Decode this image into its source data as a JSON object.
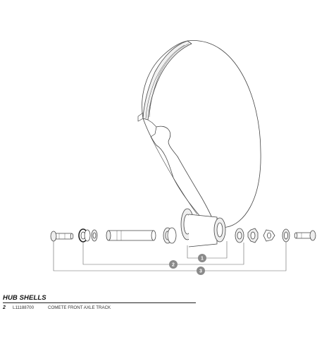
{
  "diagram": {
    "callouts": [
      "1",
      "2",
      "3"
    ]
  },
  "parts_table": {
    "title": "HUB SHELLS",
    "rows": [
      {
        "index": "2",
        "code": "L11188700",
        "description": "COMETE FRONT AXLE TRACK"
      }
    ]
  },
  "colors": {
    "line": "#444444",
    "callout_fill": "#8a8a8a",
    "part_fill": "#ffffff",
    "shadow": "#dddddd"
  }
}
